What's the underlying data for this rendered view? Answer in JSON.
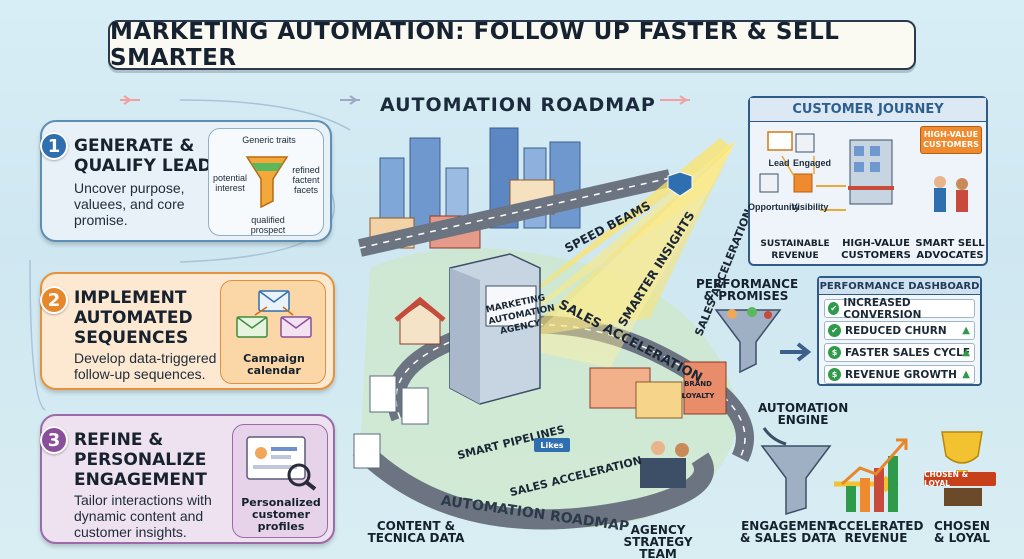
{
  "title": "MARKETING AUTOMATION: FOLLOW UP FASTER & SELL SMARTER",
  "roadmap_title": "AUTOMATION ROADMAP",
  "steps": [
    {
      "number": "1",
      "heading": "GENERATE &\nQUALIFY LEADS",
      "description": "Uncover purpose,\nvaluees, and core\npromise.",
      "funnel_labels": [
        "Generic traits",
        "potential\ninterest",
        "refined\nfactent\nfacets",
        "qualified\nprospect"
      ],
      "color": "#2f6fb0"
    },
    {
      "number": "2",
      "heading": "IMPLEMENT\nAUTOMATED\nSEQUENCES",
      "description": "Develop data-triggered\nfollow-up sequences.",
      "panel_label": "Campaign\ncalendar",
      "color": "#e8872a"
    },
    {
      "number": "3",
      "heading": "REFINE &\nPERSONALIZE\nENGAGEMENT",
      "description": "Tailor interactions with\ndynamic content and\ncustomer insights.",
      "panel_label": "Personalized\ncustomer\nprofiles",
      "color": "#8a4f9a"
    }
  ],
  "city": {
    "building_sign": "MARKETING\nAUTOMATION\nAGENCY",
    "beams": [
      "SPEED BEAMS",
      "SMARTER INSIGHTS",
      "SALES ACCELERATION",
      "SALES ACCELERATION"
    ],
    "lower_road": [
      "SMART PIPELINES",
      "SALES ACCELERATION",
      "AUTOMATION ROADMAP"
    ],
    "brand_sign": "BRAND\nLOYALTY",
    "likes_badge": "Likes"
  },
  "customer_journey": {
    "title": "CUSTOMER JOURNEY",
    "stages": [
      "Lead",
      "Engaged",
      "Opportunity",
      "Visibility"
    ],
    "high_value_tag": "HIGH-VALUE\nCUSTOMERS",
    "bottom_labels": [
      "SUSTAINABLE\nREVENUE",
      "HIGH-VALUE\nCUSTOMERS",
      "SMART SELL\nADVOCATES"
    ]
  },
  "performance": {
    "funnel_label": "PERFORMANCE\n& PROMISES",
    "dashboard_title": "PERFORMANCE DASHBOARD",
    "items": [
      "INCREASED CONVERSION",
      "REDUCED CHURN",
      "FASTER SALES CYCLE",
      "REVENUE GROWTH"
    ],
    "check_color": "#2f9a49"
  },
  "bottom_labels": {
    "content": "CONTENT &\nTECNICA DATA",
    "team": "AGENCY\nSTRATEGY TEAM",
    "engine": "AUTOMATION\nENGINE",
    "engagement": "ENGAGEMENT\n& SALES DATA",
    "revenue": "ACCELERATED\nREVENUE",
    "loyal": "CHOSEN\n& LOYAL",
    "trophy": "CHOSEN & LOYAL"
  }
}
